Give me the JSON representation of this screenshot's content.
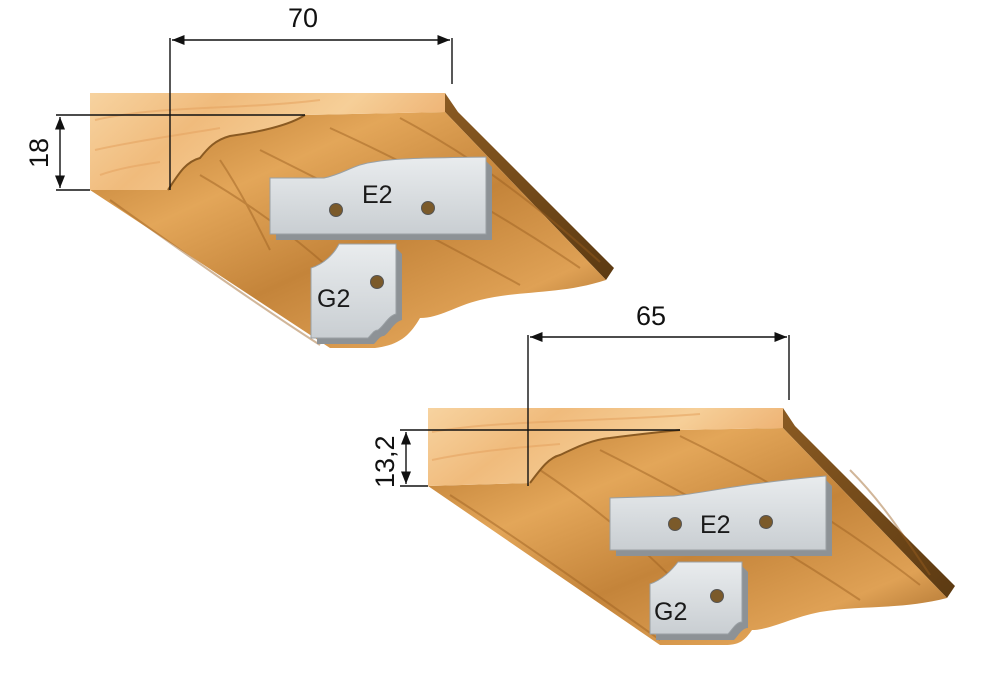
{
  "profiles": [
    {
      "width_label": "70",
      "thickness_label": "18",
      "blade_main": "E2",
      "blade_small": "G2"
    },
    {
      "width_label": "65",
      "thickness_label": "13,2",
      "blade_main": "E2",
      "blade_small": "G2"
    }
  ],
  "colors": {
    "wood_face": "#f3c48c",
    "wood_grain": "#c98a3a",
    "wood_dark": "#6e4a1c",
    "blade_steel": "#d8dcdf",
    "dimension_line": "#111111"
  }
}
